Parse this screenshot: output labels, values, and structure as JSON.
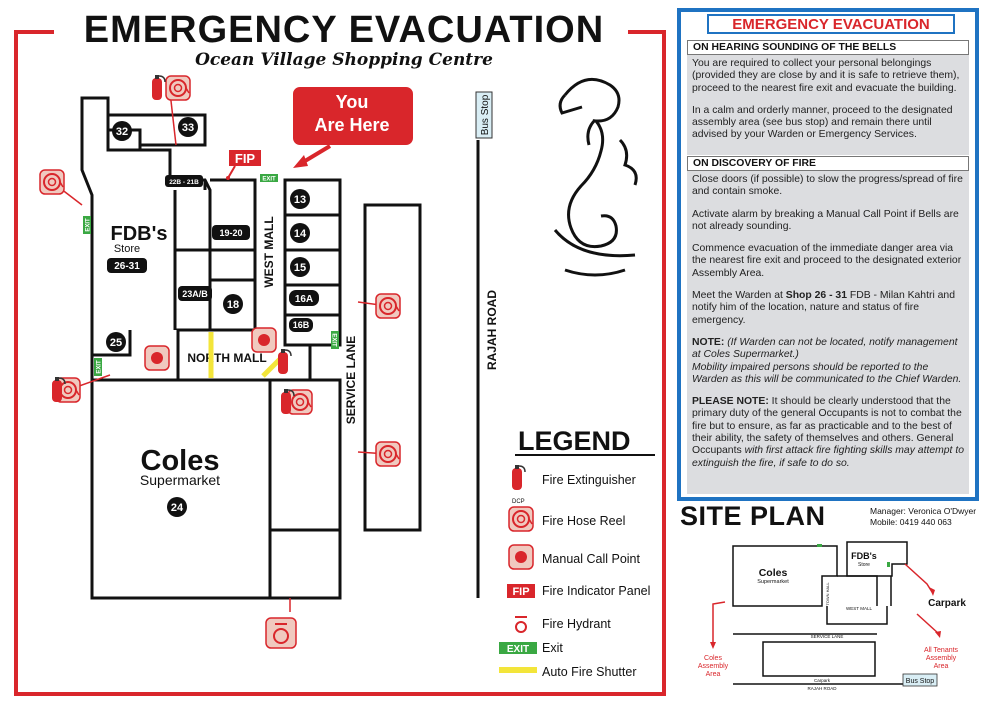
{
  "header": {
    "title": "EMERGENCY EVACUATION",
    "subtitle": "Ocean Village Shopping Centre"
  },
  "map": {
    "you_are_here": [
      "You",
      "Are Here"
    ],
    "shops": {
      "s32": "32",
      "s33": "33",
      "s22": "22B - 21B",
      "s19": "19-20",
      "s23": "23A/B",
      "s18": "18",
      "s13": "13",
      "s14": "14",
      "s15": "15",
      "s16a": "16A",
      "s16b": "16B",
      "s25": "25",
      "s24": "24"
    },
    "fdb_name": "FDB's",
    "fdb_store": "Store",
    "fdb_number": "26-31",
    "coles_name": "Coles",
    "coles_sub": "Supermarket",
    "west_mall": "WEST MALL",
    "north_mall": "NORTH MALL",
    "service_lane": "SERVICE LANE",
    "rajah_road": "RAJAH ROAD",
    "bus_stop": "Bus Stop",
    "exit_label": "EXIT",
    "fip_label": "FIP",
    "dcp_label": "DCP"
  },
  "legend": {
    "title": "LEGEND",
    "items": [
      {
        "label": "Fire Extinguisher",
        "icon": "fire-extinguisher-icon"
      },
      {
        "label": "Fire Hose Reel",
        "icon": "fire-hose-reel-icon"
      },
      {
        "label": "Manual Call Point",
        "icon": "manual-call-point-icon"
      },
      {
        "label": "Fire Indicator Panel",
        "icon": "fip-icon"
      },
      {
        "label": "Fire Hydrant",
        "icon": "fire-hydrant-icon"
      },
      {
        "label": "Exit",
        "icon": "exit-sign-icon"
      },
      {
        "label": "Auto Fire Shutter",
        "icon": "fire-shutter-icon"
      }
    ]
  },
  "info": {
    "title": "EMERGENCY EVACUATION",
    "section1_heading": "ON HEARING SOUNDING OF THE BELLS",
    "section1_p1": "You are  required to collect your personal belongings (provided they are close by and it is safe to retrieve them), proceed to the nearest fire exit and evacuate the building.",
    "section1_p2": "In a calm and orderly manner, proceed to the designated assembly area (see bus stop) and remain there until advised by your Warden or Emergency Services.",
    "section2_heading": "ON DISCOVERY OF FIRE",
    "section2_p1": "Close doors (if possible) to slow the progress/spread of fire and contain smoke.",
    "section2_p2": "Activate alarm by breaking a Manual Call Point if Bells are not already sounding.",
    "section2_p3": "Commence evacuation of the immediate danger area via the nearest fire exit and proceed to the designated exterior Assembly Area.",
    "section2_p4_pre": "Meet the Warden at ",
    "section2_p4_bold": "Shop 26 - 31",
    "section2_p4_post": " FDB - Milan Kahtri and notify him of the location, nature and status of fire emergency.",
    "note_label": "NOTE:",
    "note_italic": " (If Warden can not be located, notify management at Coles Supermarket.)",
    "note_p2": "Mobility impaired persons should be reported to the Warden as this will be communicated to the Chief Warden.",
    "please_label": "PLEASE NOTE:",
    "please_text": " It should be clearly understood that the primary duty of the general Occupants is not to combat the fire but to ensure, as far as practicable and to the best of their ability, the safety of themselves and others. General Occupants ",
    "please_italic": "with first attack fire fighting skills may attempt to extinguish the fire, if safe to do so."
  },
  "site_plan": {
    "title": "SITE PLAN",
    "manager": "Manager: Veronica O'Dwyer",
    "mobile": "Mobile: 0419 440 063",
    "coles": "Coles",
    "coles_sub": "Supermarket",
    "fdbs": "FDB's",
    "fdbs_sub": "Store",
    "town_hall": "TOWN HALL",
    "west_mall": "WEST MALL",
    "service_lane": "SERVICE LANE",
    "carpark_top": "Carpark",
    "carpark_bottom": "Carpark",
    "rajah_road": "RAJAH ROAD",
    "bus_stop": "Bus Stop",
    "coles_assembly": [
      "Coles",
      "Assembly",
      "Area"
    ],
    "tenants_assembly": [
      "All Tenants",
      "Assembly",
      "Area"
    ]
  },
  "colors": {
    "red": "#d9262b",
    "blue": "#1f73c2",
    "green": "#3aa843",
    "yellow": "#f3e53a",
    "info_bg": "#dcdde0"
  }
}
